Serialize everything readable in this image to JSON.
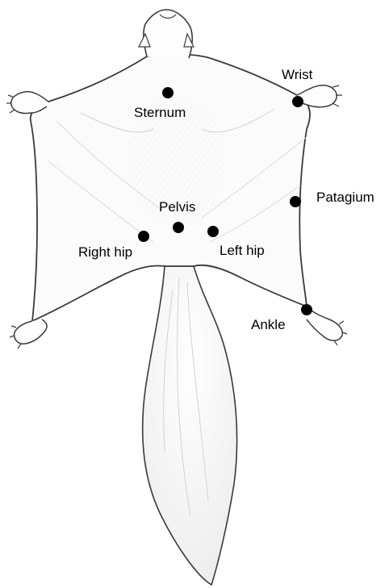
{
  "figure": {
    "subject": "flying squirrel, dorsal view, gliding posture",
    "landmarks": [
      {
        "key": "sternum",
        "label": "Sternum"
      },
      {
        "key": "wrist",
        "label": "Wrist"
      },
      {
        "key": "patagium",
        "label": "Patagium"
      },
      {
        "key": "pelvis",
        "label": "Pelvis"
      },
      {
        "key": "right_hip",
        "label": "Right hip"
      },
      {
        "key": "left_hip",
        "label": "Left hip"
      },
      {
        "key": "ankle",
        "label": "Ankle"
      }
    ]
  },
  "colors": {
    "outline": "#3a3a3a",
    "shading": "#c8c8c8",
    "marker": "#000000",
    "background": "#ffffff"
  }
}
